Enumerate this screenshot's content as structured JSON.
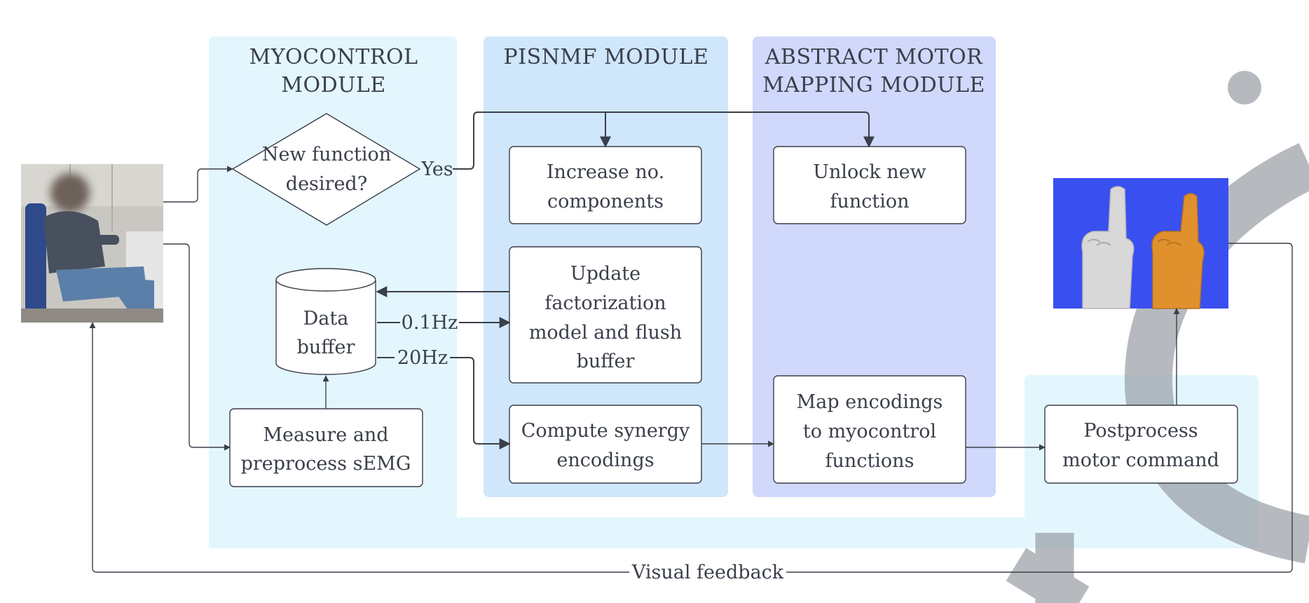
{
  "modules": {
    "myocontrol": {
      "title_line1": "MYOCONTROL",
      "title_line2": "MODULE",
      "color": "#e3f6fd"
    },
    "pisnmf": {
      "title": "PISNMF MODULE",
      "color": "#cfe6fb"
    },
    "abstract": {
      "title_line1": "ABSTRACT MOTOR",
      "title_line2": "MAPPING MODULE",
      "color": "#d0d8fb"
    }
  },
  "nodes": {
    "decision": {
      "line1": "New function",
      "line2": "desired?"
    },
    "data_buffer": {
      "line1": "Data",
      "line2": "buffer"
    },
    "measure": {
      "line1": "Measure and",
      "line2": "preprocess sEMG"
    },
    "increase": {
      "line1": "Increase no.",
      "line2": "components"
    },
    "update": {
      "line1": "Update",
      "line2": "factorization",
      "line3": "model and flush",
      "line4": "buffer"
    },
    "compute": {
      "line1": "Compute synergy",
      "line2": "encodings"
    },
    "unlock": {
      "line1": "Unlock new",
      "line2": "function"
    },
    "map": {
      "line1": "Map encodings",
      "line2": "to myocontrol",
      "line3": "functions"
    },
    "postprocess": {
      "line1": "Postprocess",
      "line2": "motor command"
    }
  },
  "edge_labels": {
    "yes": "Yes",
    "rate_slow": "0.1Hz",
    "rate_fast": "20Hz",
    "feedback": "Visual feedback"
  },
  "colors": {
    "stroke": "#3a3f4a",
    "hand_background": "#3a4ff0",
    "watermark": "#9aa0a6"
  },
  "icons": {
    "user_photo": "person-seated-photo",
    "hand_render": "virtual-hands-render",
    "watermark": "watermark-graphic"
  }
}
